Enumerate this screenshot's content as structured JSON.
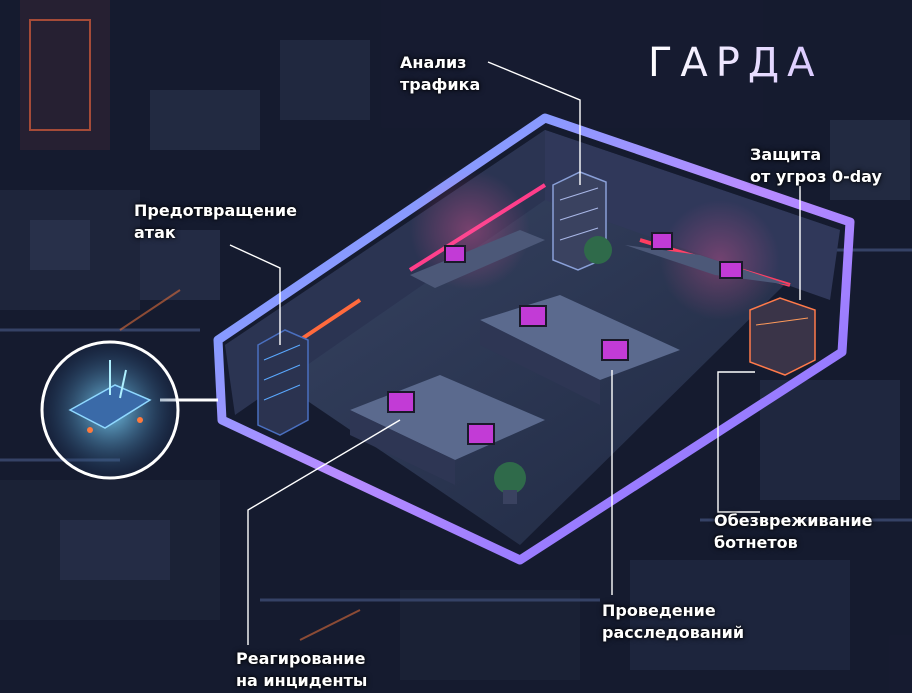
{
  "brand": {
    "logo_text": "ГАРДА"
  },
  "callouts": [
    {
      "id": "traffic",
      "line1": "Анализ",
      "line2": "трафика"
    },
    {
      "id": "zeroday",
      "line1": "Защита",
      "line2": "от угроз 0-day"
    },
    {
      "id": "prevent",
      "line1": "Предотвращение",
      "line2": "атак"
    },
    {
      "id": "botnet",
      "line1": "Обезвреживание",
      "line2": "ботнетов"
    },
    {
      "id": "invest",
      "line1": "Проведение",
      "line2": "расследований"
    },
    {
      "id": "incident",
      "line1": "Реагирование",
      "line2": "на инциденты"
    }
  ],
  "colors": {
    "background": "#141a2e",
    "accent_pink": "#ff3d8a",
    "accent_blue": "#5aa8ff",
    "accent_purple": "#b06cff",
    "screen_purple": "#c23bd6"
  }
}
